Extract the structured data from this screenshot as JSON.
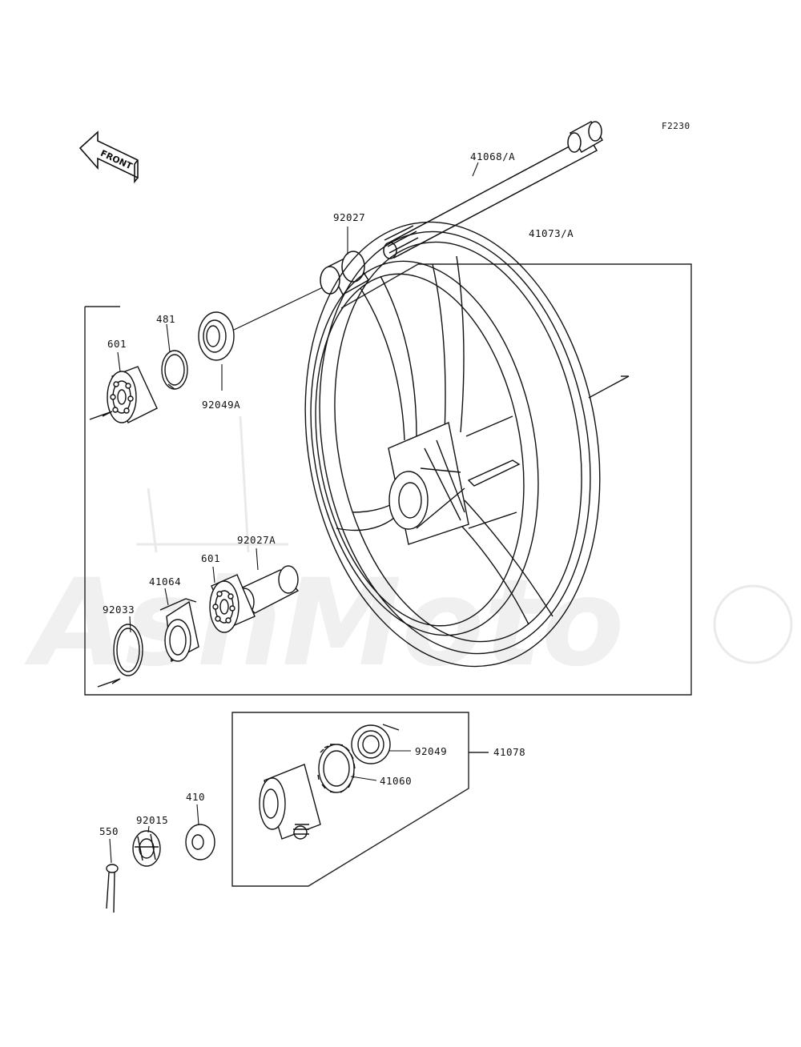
{
  "diagram": {
    "code": "F2230",
    "front_label": "FRONT",
    "watermark": "AshMoto",
    "parts": {
      "axle": "41068/A",
      "wheel": "41073/A",
      "collar_left": "92027",
      "bearing_601_top": "601",
      "circlip_481": "481",
      "seal_92049A": "92049A",
      "collar_92027A": "92027A",
      "bearing_601_bottom": "601",
      "cover_41064": "41064",
      "circlip_92033": "92033",
      "seal_92049": "92049",
      "gear_41060": "41060",
      "gearbox_41078": "41078",
      "washer_410": "410",
      "nut_92015": "92015",
      "pin_550": "550"
    }
  }
}
